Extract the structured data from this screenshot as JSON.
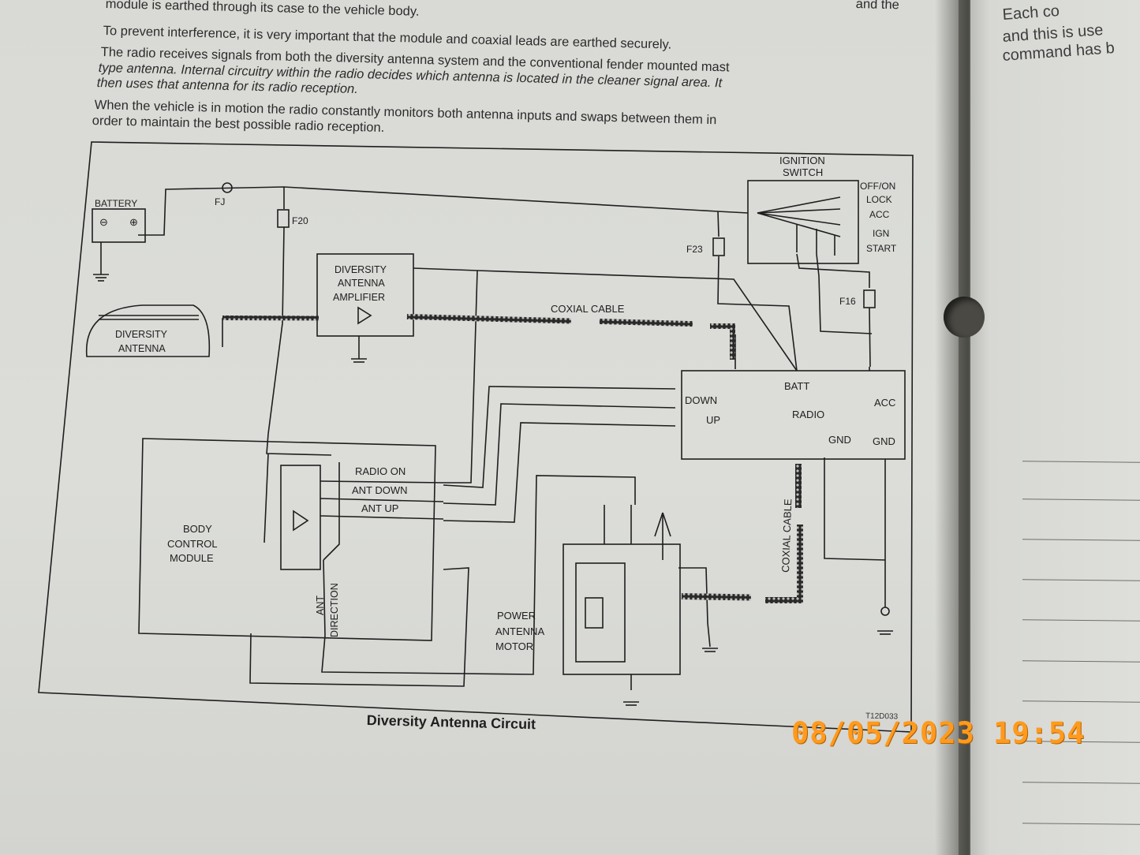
{
  "page_text": {
    "line_top": "module is earthed through its case to the vehicle body.",
    "line_top_right": "and the",
    "line_1": "To prevent interference, it is very important that the module and coaxial leads are earthed securely.",
    "line_2": "The radio receives signals from both the diversity antenna system and the conventional fender mounted mast",
    "line_3": "type antenna. Internal circuitry within the radio decides which antenna is located in the cleaner signal area. It",
    "line_4": "then uses that antenna for its radio reception.",
    "line_5": "When the vehicle is in motion the radio constantly monitors both antenna inputs and swaps between them in",
    "line_6": "order to maintain the best possible radio reception."
  },
  "right_page": {
    "line_1": "Each co",
    "line_2": "and this is use",
    "line_3": "command has b"
  },
  "diagram": {
    "battery": "BATTERY",
    "battery_minus": "⊖",
    "battery_plus": "⊕",
    "fuse_fj": "FJ",
    "fuse_f20": "F20",
    "fuse_f23": "F23",
    "fuse_f16": "F16",
    "ignition_switch_1": "IGNITION",
    "ignition_switch_2": "SWITCH",
    "ign_off_on": "OFF/ON",
    "ign_lock": "LOCK",
    "ign_acc": "ACC",
    "ign_ign": "IGN",
    "ign_start": "START",
    "amp_1": "DIVERSITY",
    "amp_2": "ANTENNA",
    "amp_3": "AMPLIFIER",
    "antenna_1": "DIVERSITY",
    "antenna_2": "ANTENNA",
    "coax_1": "COXIAL CABLE",
    "coax_2": "COXIAL CABLE",
    "radio": "RADIO",
    "radio_batt": "BATT",
    "radio_down": "DOWN",
    "radio_up": "UP",
    "radio_acc": "ACC",
    "radio_gnd_1": "GND",
    "radio_gnd_2": "GND",
    "bcm_1": "BODY",
    "bcm_2": "CONTROL",
    "bcm_3": "MODULE",
    "sig_radio_on": "RADIO ON",
    "sig_ant_down": "ANT DOWN",
    "sig_ant_up": "ANT UP",
    "ant_direction_1": "ANT",
    "ant_direction_2": "DIRECTION",
    "motor_1": "POWER",
    "motor_2": "ANTENNA",
    "motor_3": "MOTOR"
  },
  "caption": "Diversity Antenna Circuit",
  "figure_ref": "T12D033",
  "timestamp": "08/05/2023  19:54",
  "colors": {
    "paper": "#dcddd9",
    "ink": "#1e1e1e",
    "stamp": "#ff9a1c"
  }
}
